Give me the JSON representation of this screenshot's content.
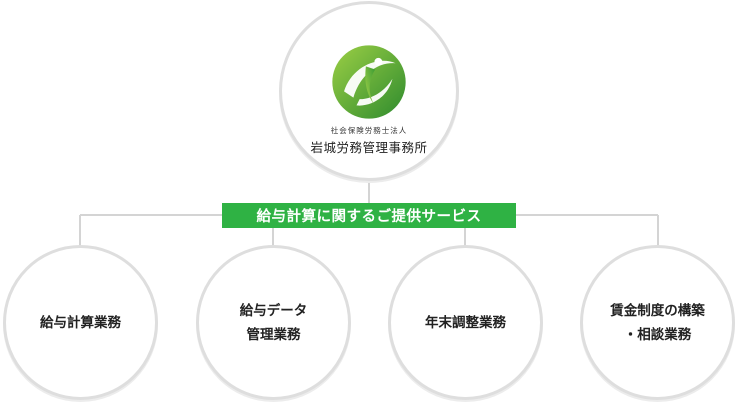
{
  "firm": {
    "subtitle": "社会保険労務士法人",
    "name": "岩城労務管理事務所"
  },
  "banner": "給与計算に関するご提供サービス",
  "services": [
    {
      "line1": "給与計算業務",
      "line2": ""
    },
    {
      "line1": "給与データ",
      "line2": "管理業務"
    },
    {
      "line1": "年末調整業務",
      "line2": ""
    },
    {
      "line1": "賃金制度の構築",
      "line2": "・相談業務"
    }
  ],
  "colors": {
    "accent_green": "#2fb244",
    "logo_green_dark": "#2e8b2e",
    "logo_green_light": "#8cc63f",
    "connector": "#d4d4d4",
    "circle_border": "#dedede"
  }
}
